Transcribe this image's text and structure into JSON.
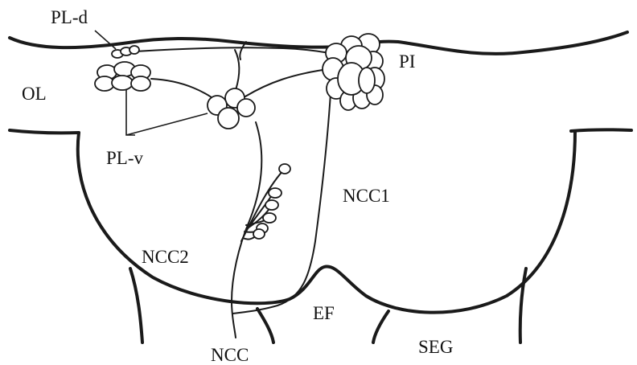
{
  "labels": {
    "pl_d": "PL-d",
    "pi": "PI",
    "ol": "OL",
    "pl_v": "PL-v",
    "ncc1": "NCC1",
    "ncc2": "NCC2",
    "ef": "EF",
    "seg": "SEG",
    "ncc": "NCC"
  },
  "colors": {
    "stroke": "#1a1a1a",
    "background": "#ffffff"
  }
}
